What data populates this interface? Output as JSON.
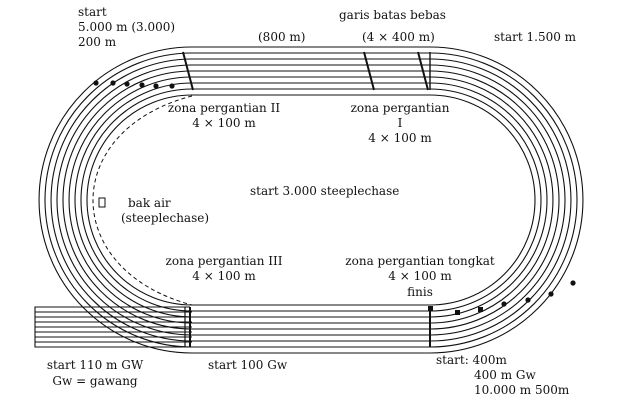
{
  "labels": {
    "start_5000_line1": "start",
    "start_5000_line2": "5.000 m (3.000)",
    "start_5000_line3": "200 m",
    "start_800": "(800 m)",
    "free_line_title": "garis batas bebas",
    "free_line_relay": "(4 × 400 m)",
    "start_1500": "start 1.500 m",
    "zone2_line1": "zona pergantian II",
    "zone2_line2": "4 × 100 m",
    "zone1_line1": "zona pergantian",
    "zone1_line2": "I",
    "zone1_line3": "4 × 100 m",
    "steeple_start": "start 3.000 steeplechase",
    "water_line1": "bak air",
    "water_line2": "(steeplechase)",
    "zone3_line1": "zona pergantian III",
    "zone3_line2": "4 × 100 m",
    "zone_baton_line1": "zona pergantian tongkat",
    "zone_baton_line2": "4 × 100 m",
    "finish": "finis",
    "start_110_line1": "start 110 m GW",
    "start_110_line2": "Gw = gawang",
    "start_100": "start 100 Gw",
    "start_400_line1": "start: 400m",
    "start_400_line2": "400 m Gw",
    "start_400_line3": "10.000 m 500m"
  },
  "colors": {
    "line": "#111111",
    "background": "#ffffff"
  }
}
